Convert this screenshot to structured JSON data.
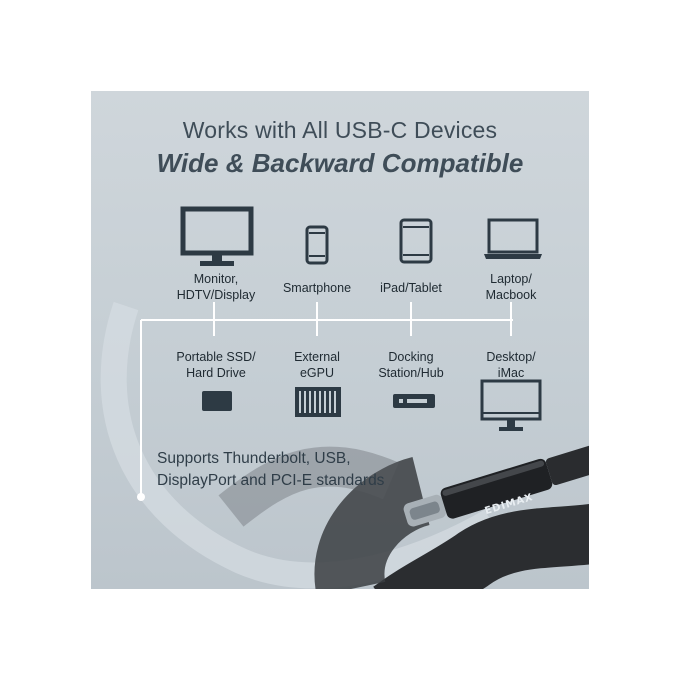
{
  "heading": {
    "line1": "Works with All USB-C Devices",
    "line2": "Wide & Backward Compatible"
  },
  "top_devices": [
    {
      "label_line1": "Monitor,",
      "label_line2": "HDTV/Display",
      "icon": "monitor-icon"
    },
    {
      "label_line1": "Smartphone",
      "label_line2": "",
      "icon": "smartphone-icon"
    },
    {
      "label_line1": "iPad/Tablet",
      "label_line2": "",
      "icon": "tablet-icon"
    },
    {
      "label_line1": "Laptop/",
      "label_line2": "Macbook",
      "icon": "laptop-icon"
    }
  ],
  "bottom_devices": [
    {
      "label_line1": "Portable SSD/",
      "label_line2": "Hard Drive",
      "icon": "ssd-icon"
    },
    {
      "label_line1": "External",
      "label_line2": "eGPU",
      "icon": "egpu-icon"
    },
    {
      "label_line1": "Docking",
      "label_line2": "Station/Hub",
      "icon": "docking-station-icon"
    },
    {
      "label_line1": "Desktop/",
      "label_line2": "iMac",
      "icon": "desktop-icon"
    }
  ],
  "support": {
    "line1": "Supports Thunderbolt, USB,",
    "line2": "DisplayPort and PCI-E standards"
  },
  "brand": "EDIMAX",
  "colors": {
    "background": "#c8d0d6",
    "heading": "#3f4d58",
    "icon": "#2d3a44",
    "cable": "#2b2d30"
  }
}
